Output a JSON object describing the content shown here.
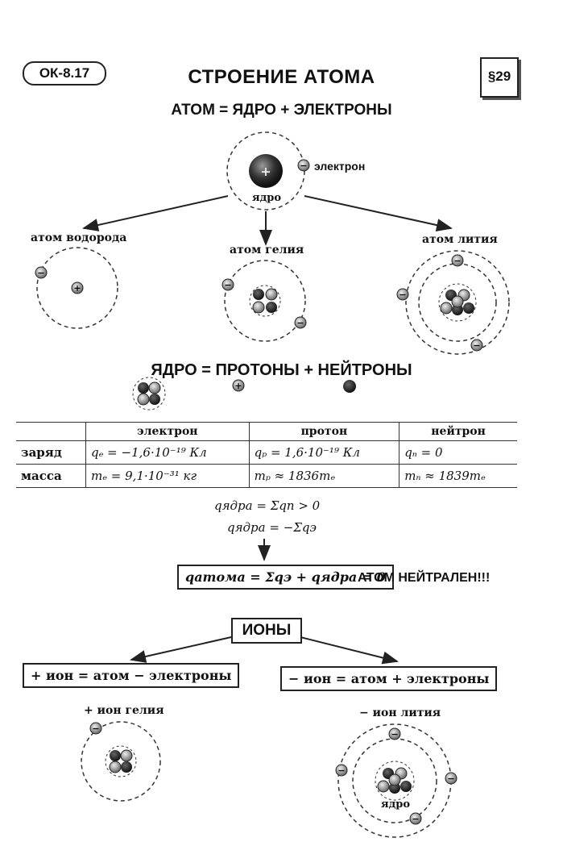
{
  "header": {
    "code": "ОК-8.17",
    "title": "СТРОЕНИЕ АТОМА",
    "paragraph": "§29"
  },
  "formula_atom": "АТОМ = ЯДРО + ЭЛЕКТРОНЫ",
  "atom_labels": {
    "electron": "электрон",
    "nucleus": "ядро",
    "hydrogen": "атом водорода",
    "helium": "атом гелия",
    "lithium": "атом лития"
  },
  "formula_nucleus": "ЯДРО = ПРОТОНЫ + НЕЙТРОНЫ",
  "table": {
    "columns": [
      "",
      "электрон",
      "протон",
      "нейтрон"
    ],
    "rows": [
      {
        "label": "заряд",
        "electron": "qₑ = −1,6·10⁻¹⁹ Кл",
        "proton": "qₚ = 1,6·10⁻¹⁹ Кл",
        "neutron": "qₙ = 0"
      },
      {
        "label": "масса",
        "electron": "mₑ = 9,1·10⁻³¹ кг",
        "proton": "mₚ ≈ 1836mₑ",
        "neutron": "mₙ ≈ 1839mₑ"
      }
    ]
  },
  "eq_nucleus_pos": "qядра = Σqп > 0",
  "eq_nucleus_neg": "qядра = −Σqэ",
  "eq_atom": "qатома = Σqэ + qядра = 0",
  "neutral": "АТОМ НЕЙТРАЛЕН!!!",
  "ions": {
    "title": "ИОНЫ",
    "positive": "+ ион = атом − электроны",
    "negative": "− ион = атом + электроны",
    "helium_ion": "+ ион гелия",
    "lithium_ion": "− ион лития",
    "nucleus": "ядро"
  }
}
